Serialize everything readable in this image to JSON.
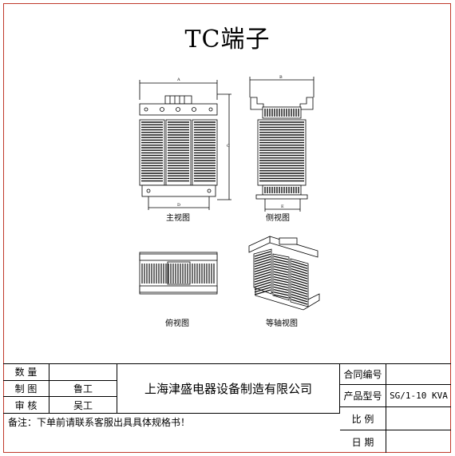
{
  "title": "TC端子",
  "views": {
    "front": "主视图",
    "side": "侧视图",
    "top": "俯视图",
    "iso": "等轴视图"
  },
  "dims": {
    "a": "A",
    "b": "B",
    "c": "C",
    "d": "D",
    "e": "E"
  },
  "titleblock": {
    "qty_label": "数    量",
    "qty_value": "",
    "draw_label": "制    图",
    "draw_value": "鲁工",
    "review_label": "审    核",
    "review_value": "吴工",
    "company": "上海津盛电器设备制造有限公司",
    "note": "备注：下单前请联系客服出具具体规格书！",
    "contract_label": "合同编号",
    "contract_value": "",
    "model_label": "产品型号",
    "model_value": "SG/1-10 KVA",
    "scale_label": "比    例",
    "scale_value": "",
    "date_label": "日    期",
    "date_value": ""
  }
}
